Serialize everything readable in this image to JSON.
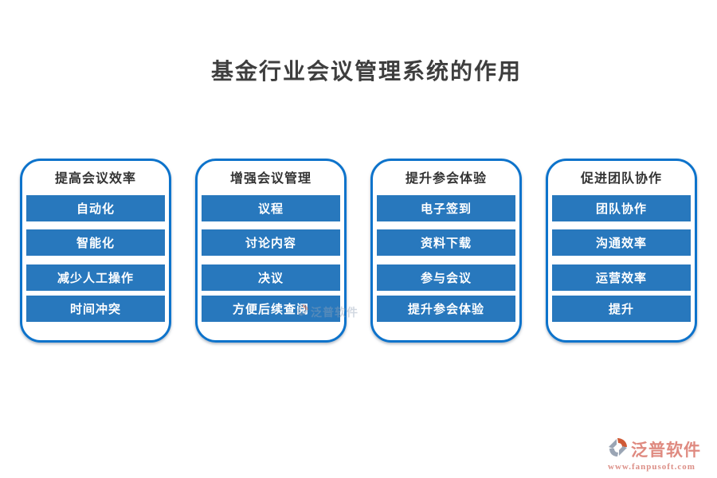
{
  "page": {
    "title": "基金行业会议管理系统的作用"
  },
  "panels": [
    {
      "header": "提高会议效率",
      "items": [
        "自动化",
        "智能化",
        "减少人工操作",
        "时间冲突"
      ]
    },
    {
      "header": "增强会议管理",
      "items": [
        "议程",
        "讨论内容",
        "决议",
        "方便后续查阅"
      ]
    },
    {
      "header": "提升参会体验",
      "items": [
        "电子签到",
        "资料下载",
        "参与会议",
        "提升参会体验"
      ]
    },
    {
      "header": "促进团队协作",
      "items": [
        "团队协作",
        "沟通效率",
        "运营效率",
        "提升"
      ]
    }
  ],
  "watermark": {
    "brand": "泛普软件",
    "url": "www.fanpusoft.com"
  },
  "colors": {
    "item_blue": "#2878bd",
    "panel_border_blue": "#0d73cb",
    "title_gray": "#3e3e3e",
    "brand_salmon": "#df8a80",
    "logo_gray": "#9aa5b4",
    "logo_orange": "#cf5a36"
  }
}
